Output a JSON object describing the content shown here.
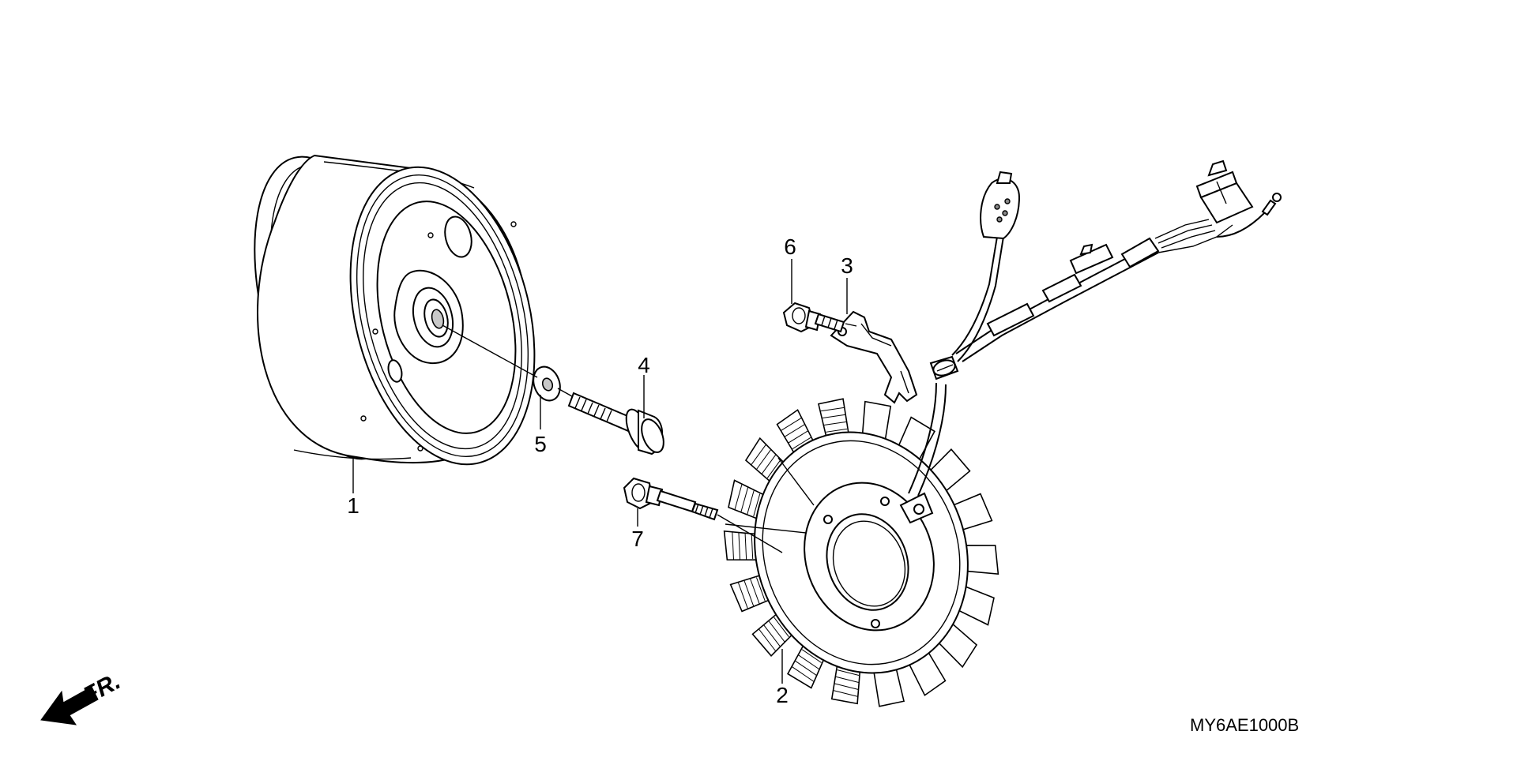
{
  "diagram": {
    "callouts": [
      {
        "id": "1",
        "label": "1"
      },
      {
        "id": "2",
        "label": "2"
      },
      {
        "id": "3",
        "label": "3"
      },
      {
        "id": "4",
        "label": "4"
      },
      {
        "id": "5",
        "label": "5"
      },
      {
        "id": "6",
        "label": "6"
      },
      {
        "id": "7",
        "label": "7"
      }
    ],
    "direction_label": "FR.",
    "diagram_code": "MY6AE1000B"
  }
}
